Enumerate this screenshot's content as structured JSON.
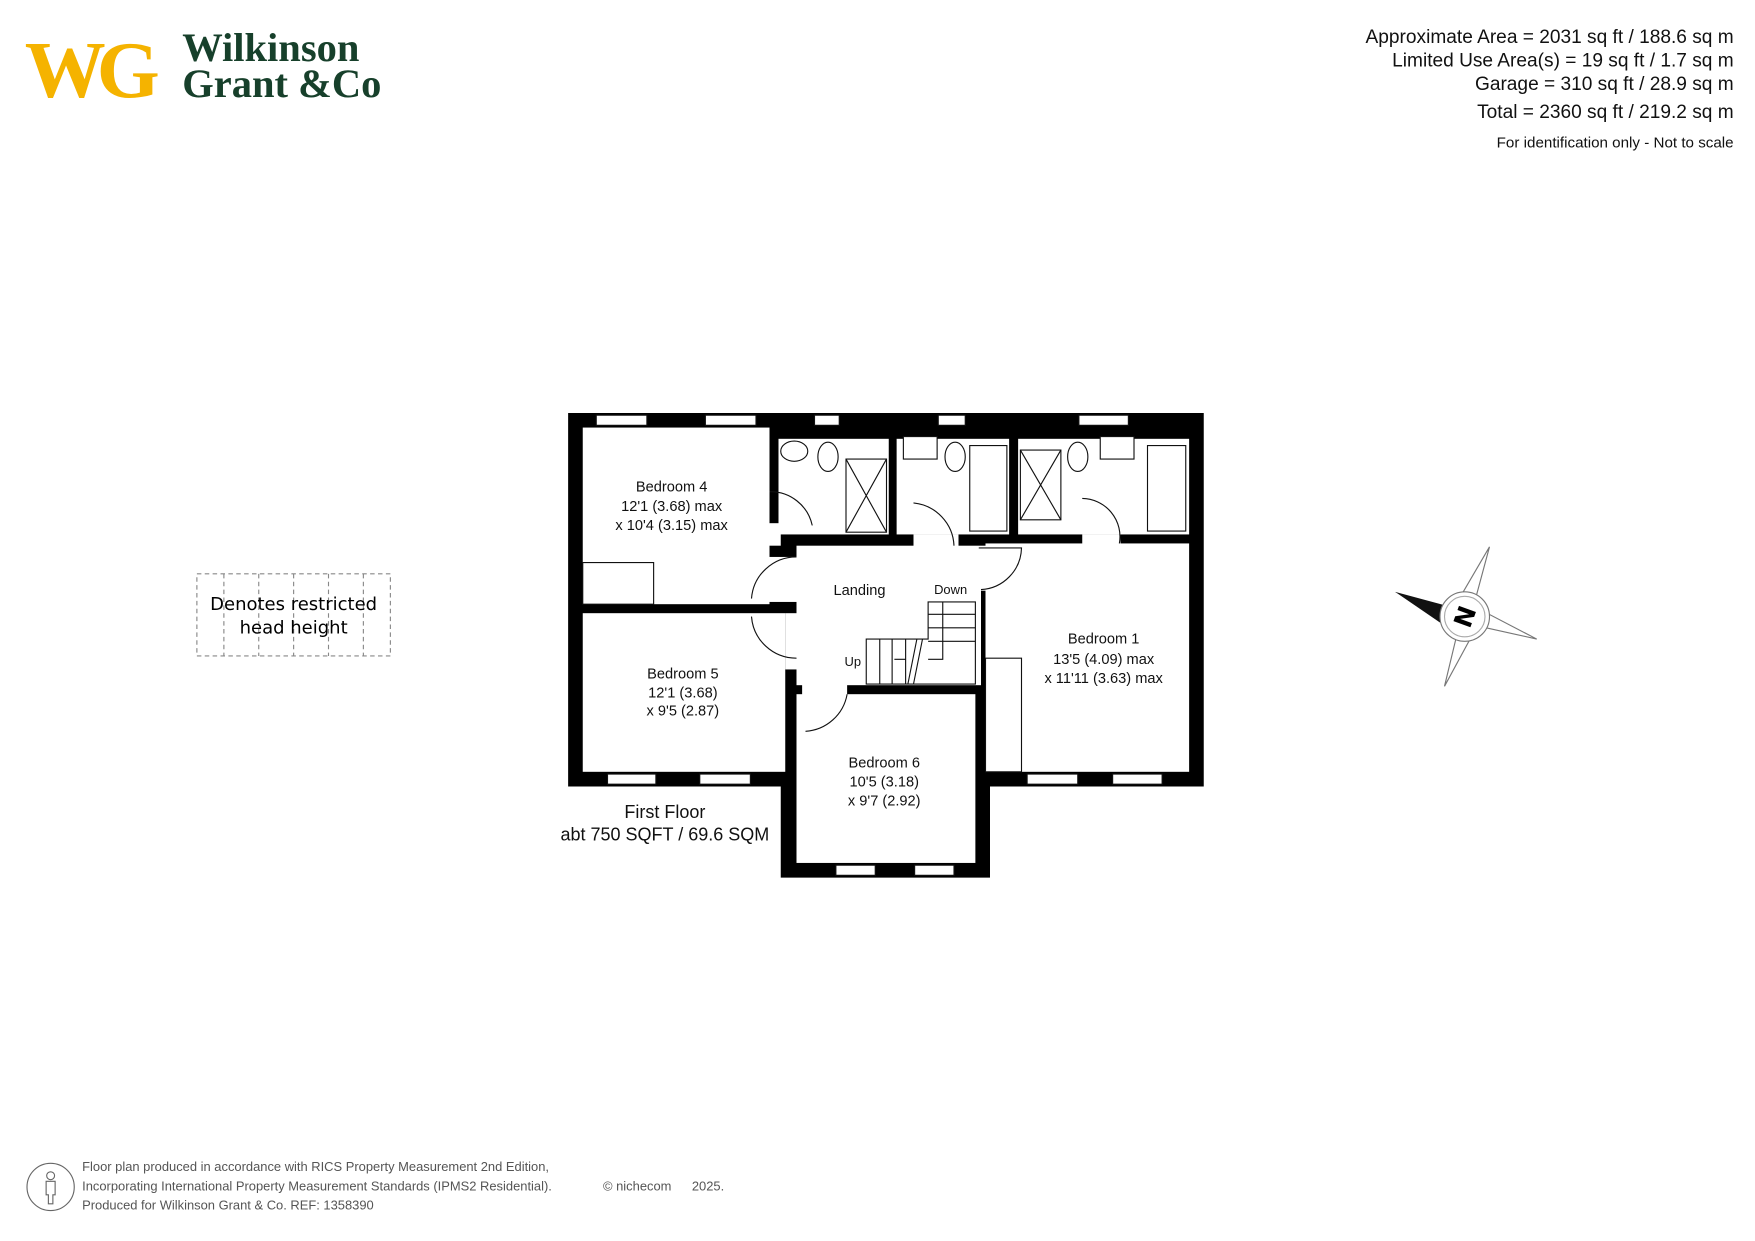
{
  "logo": {
    "mark": "WG",
    "line1": "Wilkinson",
    "line2": "Grant",
    "line2b": "&Co",
    "colors": {
      "mark": "#F5B300",
      "text": "#17402B"
    }
  },
  "areas": {
    "approximate": "Approximate Area = 2031 sq ft / 188.6 sq m",
    "limited": "Limited Use Area(s) = 19 sq ft / 1.7 sq m",
    "garage": "Garage = 310 sq ft / 28.9 sq m",
    "total": "Total = 2360 sq ft / 219.2 sq m",
    "disclaimer": "For identification only - Not to scale"
  },
  "legend": {
    "line1": "Denotes restricted",
    "line2": "head height"
  },
  "floor": {
    "name": "First Floor",
    "area": "abt 750 SQFT / 69.6 SQM"
  },
  "rooms": {
    "bedroom4": [
      "Bedroom 4",
      "12'1 (3.68) max",
      "x 10'4 (3.15) max"
    ],
    "bedroom5": [
      "Bedroom 5",
      "12'1 (3.68)",
      "x 9'5 (2.87)"
    ],
    "bedroom6": [
      "Bedroom 6",
      "10'5 (3.18)",
      "x 9'7 (2.92)"
    ],
    "bedroom1": [
      "Bedroom 1",
      "13'5 (4.09) max",
      "x 11'11 (3.63) max"
    ],
    "landing": "Landing",
    "down": "Down",
    "up": "Up"
  },
  "compass": {
    "letter": "N"
  },
  "footer": {
    "line1": "Floor plan produced in accordance with RICS Property Measurement 2nd Edition,",
    "line2": "Incorporating International Property Measurement Standards (IPMS2 Residential).",
    "copyright": "© nichecom",
    "year": "2025.",
    "line3": "Produced for Wilkinson Grant & Co.   REF:  1358390"
  }
}
